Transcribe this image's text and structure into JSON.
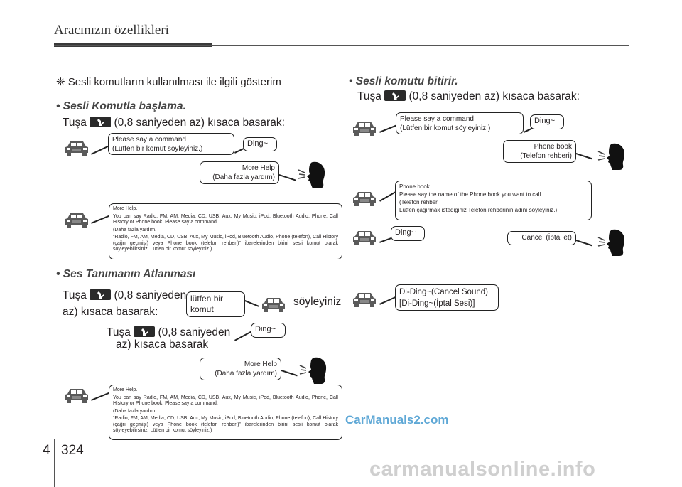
{
  "header": {
    "title": "Aracınızın özellikleri"
  },
  "footer": {
    "chapter": "4",
    "page": "324",
    "watermark": "carmanualsonline.info"
  },
  "note": "❈ Sesli komutların kullanılması ile ilgili gösterim",
  "sections": {
    "start": {
      "heading": "• Sesli Komutla başlama.",
      "instr_pre": "Tuşa",
      "instr_post": "(0,8 saniyeden az) kısaca basarak:",
      "b_say_cmd": "Please say a command\n(Lütfen bir komut söyleyiniz.)",
      "b_ding": "Ding~",
      "b_more_help": "More Help\n(Daha fazla yardım)",
      "b_long": [
        "More Help.",
        "You can say Radio, FM, AM, Media, CD, USB, Aux, My Music, iPod, Bluetooth Audio, Phone, Call History or Phone book. Please say a command.",
        "(Daha fazla yardım.",
        "“Radio, FM, AM, Media, CD, USB, Aux, My Music, iPod, Bluetooth Audio, Phone (telefon), Call History (çağrı geçmişi) veya Phone book (telefon rehberi)” ibarelerinden birini sesli komut olarak söyleyebilirsiniz. Lütfen bir komut söyleyiniz.)"
      ]
    },
    "skip": {
      "heading": "• Ses Tanımanın Atlanması",
      "instr1_pre": "Tuşa",
      "instr1_post": "(0,8 saniyeden",
      "instr1_line2": "az) kısaca basarak:",
      "b_lutfen": "lütfen bir\nkomut",
      "soyleyiniz": "söyleyiniz",
      "instr2_pre": "Tuşa",
      "instr2_post": "(0,8 saniyeden",
      "instr2_line2": "az) kısaca basarak",
      "b_ding": "Ding~",
      "b_more_help": "More Help\n(Daha fazla yardım)",
      "b_long": [
        "More Help.",
        "You can say Radio, FM, AM, Media, CD, USB, Aux, My Music, iPod, Bluetooth Audio, Phone, Call History or Phone book. Please say a command.",
        "(Daha fazla yardım.",
        "“Radio, FM, AM, Media, CD, USB, Aux, My Music, iPod, Bluetooth Audio, Phone (telefon), Call History (çağrı geçmişi) veya Phone book (telefon rehberi)” ibarelerinden birini sesli komut olarak söyleyebilirsiniz. Lütfen bir komut söyleyiniz.)"
      ]
    },
    "end": {
      "heading": "• Sesli komutu bitirir.",
      "instr_pre": "Tuşa",
      "instr_post": "(0,8 saniyeden az) kısaca basarak:",
      "b_say_cmd": "Please say a command\n(Lütfen bir komut söyleyiniz.)",
      "b_ding": "Ding~",
      "b_phone_book": "Phone book\n(Telefon rehberi)",
      "b_phone_long": "Phone book\nPlease say the name of the Phone book you want to call.\n(Telefon rehberi\nLütfen çağırmak istediğiniz Telefon rehberinin adını söyleyiniz.)",
      "b_ding2": "Ding~",
      "b_cancel": "Cancel (İptal et)",
      "b_cancel_sound": "Di-Ding~(Cancel Sound)\n[Di-Ding~(İptal Sesi)]"
    }
  },
  "watermark_site": "CarManuals2.com",
  "icons": {
    "voice_key": "talk-button-icon",
    "car": "car-icon",
    "speaker": "speaking-person-icon"
  }
}
